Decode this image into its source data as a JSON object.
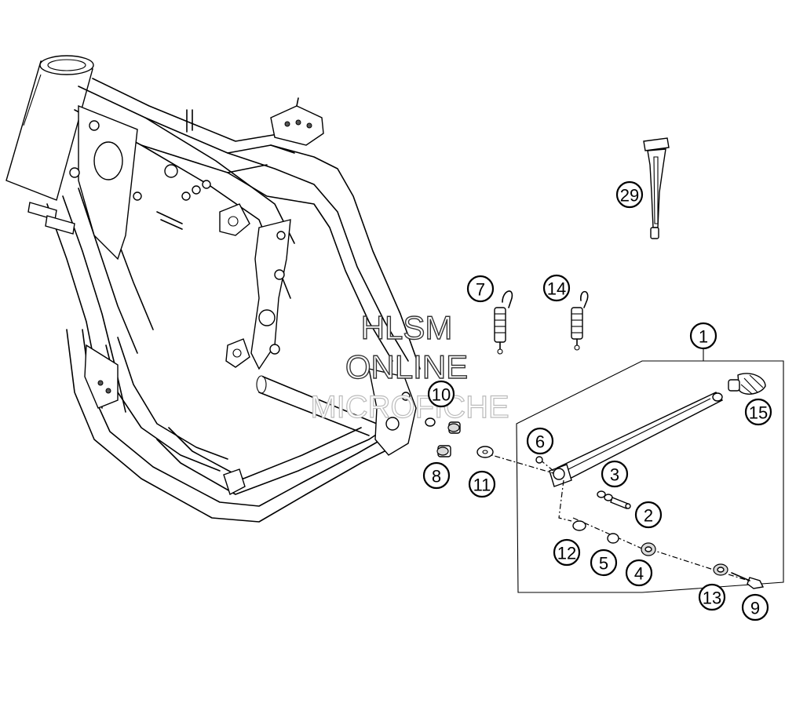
{
  "watermark": {
    "line1": "HLSM",
    "line2": "ONLINE",
    "line3": "MICROFICHE"
  },
  "callouts": {
    "c1": "1",
    "c2": "2",
    "c3": "3",
    "c4": "4",
    "c5": "5",
    "c6": "6",
    "c7": "7",
    "c8": "8",
    "c9": "9",
    "c10": "10",
    "c11": "11",
    "c12": "12",
    "c13": "13",
    "c14": "14",
    "c15": "15",
    "c29": "29"
  }
}
